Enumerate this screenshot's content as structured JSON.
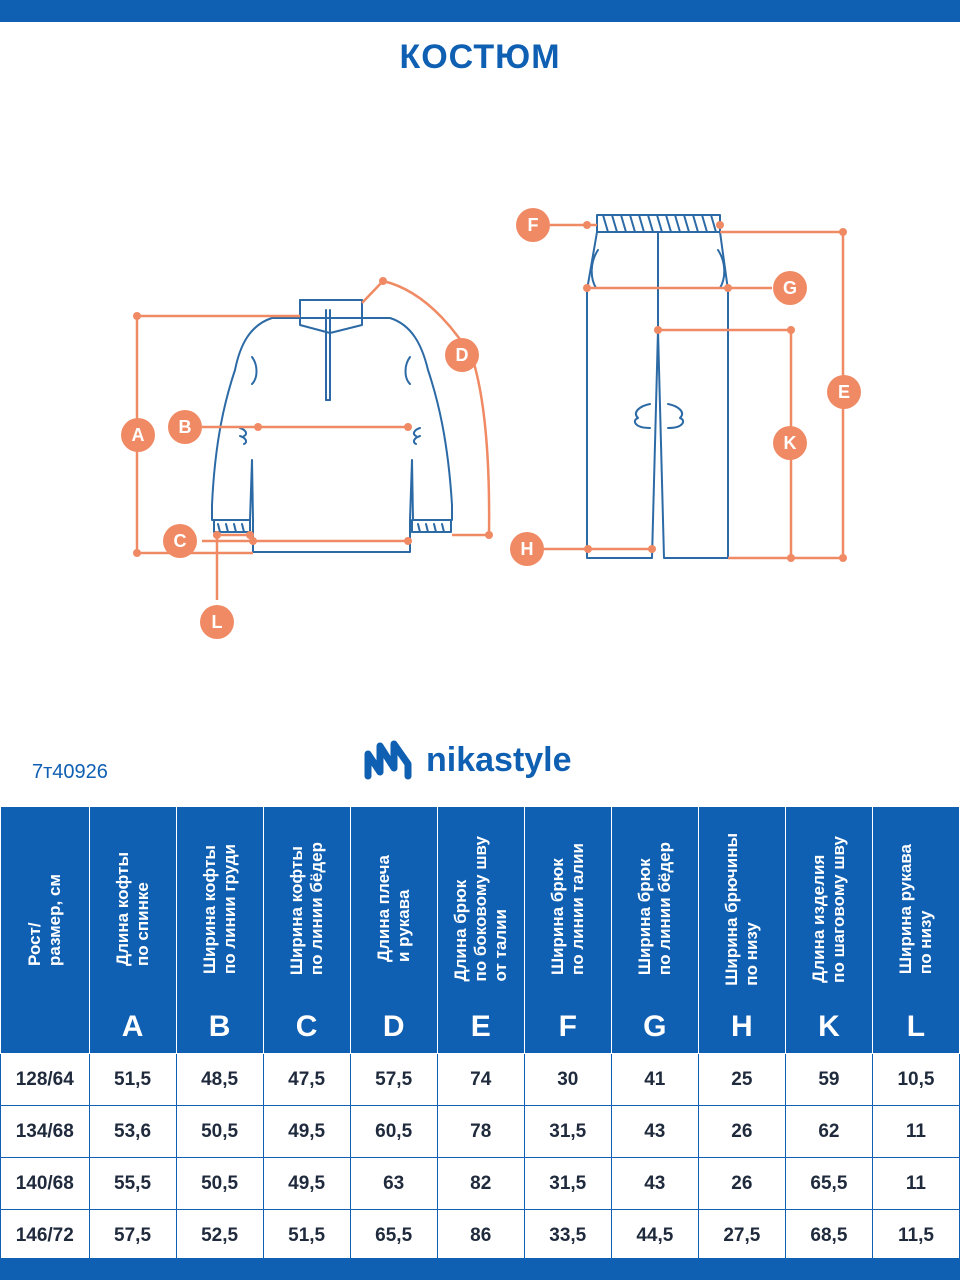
{
  "header": {
    "title": "КОСТЮМ"
  },
  "diagram": {
    "markers": [
      "A",
      "B",
      "C",
      "D",
      "L",
      "F",
      "G",
      "E",
      "K",
      "H"
    ],
    "line_color": "#2c6aa6",
    "measure_color": "#f08a64"
  },
  "product": {
    "article": "7т40926"
  },
  "brand": {
    "name": "nikastyle",
    "logo_icon": "nikastyle-logo-icon"
  },
  "size_table": {
    "first_header": "Рост/\nразмер, см",
    "columns": [
      {
        "label": "Длина кофты\nпо спинке",
        "letter": "A"
      },
      {
        "label": "Ширина кофты\nпо линии груди",
        "letter": "B"
      },
      {
        "label": "Ширина кофты\nпо линии бёдер",
        "letter": "C"
      },
      {
        "label": "Длина плеча\nи рукава",
        "letter": "D"
      },
      {
        "label": "Длина брюк\nпо боковому шву\nот талии",
        "letter": "E"
      },
      {
        "label": "Ширина брюк\nпо линии талии",
        "letter": "F"
      },
      {
        "label": "Ширина брюк\nпо линии бёдер",
        "letter": "G"
      },
      {
        "label": "Ширина брючины\nпо низу",
        "letter": "H"
      },
      {
        "label": "Длина изделия\nпо шаговому шву",
        "letter": "K"
      },
      {
        "label": "Ширина рукава\nпо низу",
        "letter": "L"
      }
    ],
    "rows": [
      {
        "size": "128/64",
        "values": [
          "51,5",
          "48,5",
          "47,5",
          "57,5",
          "74",
          "30",
          "41",
          "25",
          "59",
          "10,5"
        ]
      },
      {
        "size": "134/68",
        "values": [
          "53,6",
          "50,5",
          "49,5",
          "60,5",
          "78",
          "31,5",
          "43",
          "26",
          "62",
          "11"
        ]
      },
      {
        "size": "140/68",
        "values": [
          "55,5",
          "50,5",
          "49,5",
          "63",
          "82",
          "31,5",
          "43",
          "26",
          "65,5",
          "11"
        ]
      },
      {
        "size": "146/72",
        "values": [
          "57,5",
          "52,5",
          "51,5",
          "65,5",
          "86",
          "33,5",
          "44,5",
          "27,5",
          "68,5",
          "11,5"
        ]
      }
    ]
  },
  "colors": {
    "brand_blue": "#0f5fb2",
    "accent_orange": "#f08a64"
  }
}
